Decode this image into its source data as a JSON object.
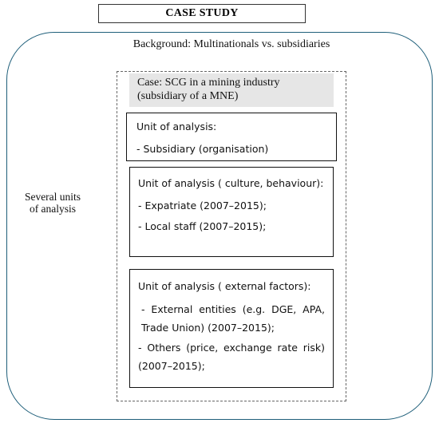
{
  "title": "CASE STUDY",
  "background": "Background: Multinationals vs. subsidiaries",
  "side_label": "Several units of analysis",
  "case": "Case: SCG in a mining industry (subsidiary of a MNE)",
  "units": [
    {
      "heading": "Unit of analysis:",
      "items": [
        "- Subsidiary (organisation)"
      ]
    },
    {
      "heading": "Unit of analysis ( culture, behaviour):",
      "items": [
        "- Expatriate (2007–2015);",
        "- Local staff (2007–2015);"
      ]
    },
    {
      "heading": "Unit of analysis ( external factors):",
      "items": [
        "- External entities (e.g. DGE, APA, Trade Union) (2007–2015);",
        "- Others (price, exchange rate risk) (2007–2015);"
      ]
    }
  ]
}
